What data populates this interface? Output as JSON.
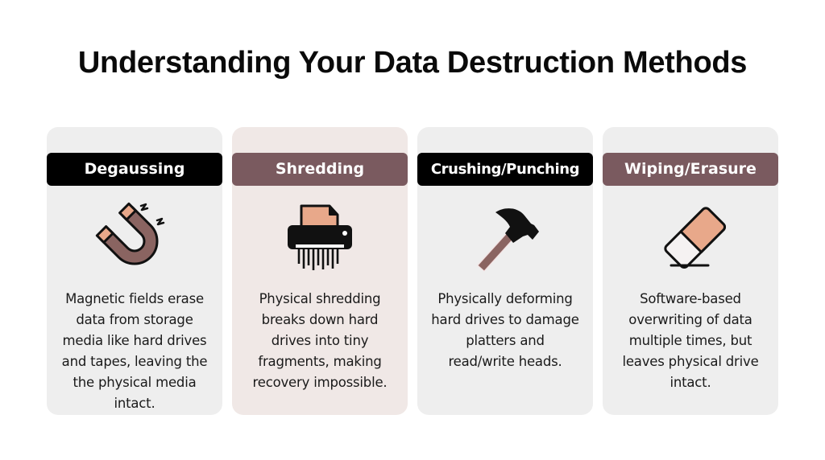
{
  "title": "Understanding Your Data Destruction Methods",
  "colors": {
    "page_background": "#ffffff",
    "card_neutral_bg": "#eeeeee",
    "card_highlight_bg": "#f0e8e6",
    "header_dark": "#000000",
    "header_mauve": "#7a5a5f",
    "icon_brown": "#8a6461",
    "icon_peach": "#e8a88a",
    "text": "#1a1a1a"
  },
  "methods": [
    {
      "name": "Degaussing",
      "icon": "magnet-icon",
      "header_color": "#000000",
      "card_color": "#eeeeee",
      "description": "Magnetic fields erase data from storage media like hard drives and tapes, leaving the the physical media intact.",
      "description_lines": [
        "Magnetic fields erase",
        "data from storage",
        "media like hard drives",
        "and tapes, leaving the",
        "the physical media",
        "intact."
      ]
    },
    {
      "name": "Shredding",
      "icon": "shredder-icon",
      "header_color": "#7a5a5f",
      "card_color": "#f0e8e6",
      "description": "Physical shredding breaks down hard drives into tiny fragments, making recovery impossible.",
      "description_lines": [
        "Physical shredding",
        "breaks down hard",
        "drives into tiny",
        "fragments, making",
        "recovery impossible."
      ]
    },
    {
      "name": "Crushing/Punching",
      "icon": "hammer-icon",
      "header_color": "#000000",
      "card_color": "#eeeeee",
      "description": "Physically deforming hard drives to damage platters and read/write heads.",
      "description_lines": [
        "Physically deforming",
        "hard drives to damage",
        "platters and",
        "read/write heads."
      ]
    },
    {
      "name": "Wiping/Erasure",
      "icon": "eraser-icon",
      "header_color": "#7a5a5f",
      "card_color": "#eeeeee",
      "description": "Software-based overwriting of data multiple times, but leaves physical drive intact.",
      "description_lines": [
        "Software-based",
        "overwriting of data",
        "multiple times, but",
        "leaves physical drive",
        "intact."
      ]
    }
  ]
}
